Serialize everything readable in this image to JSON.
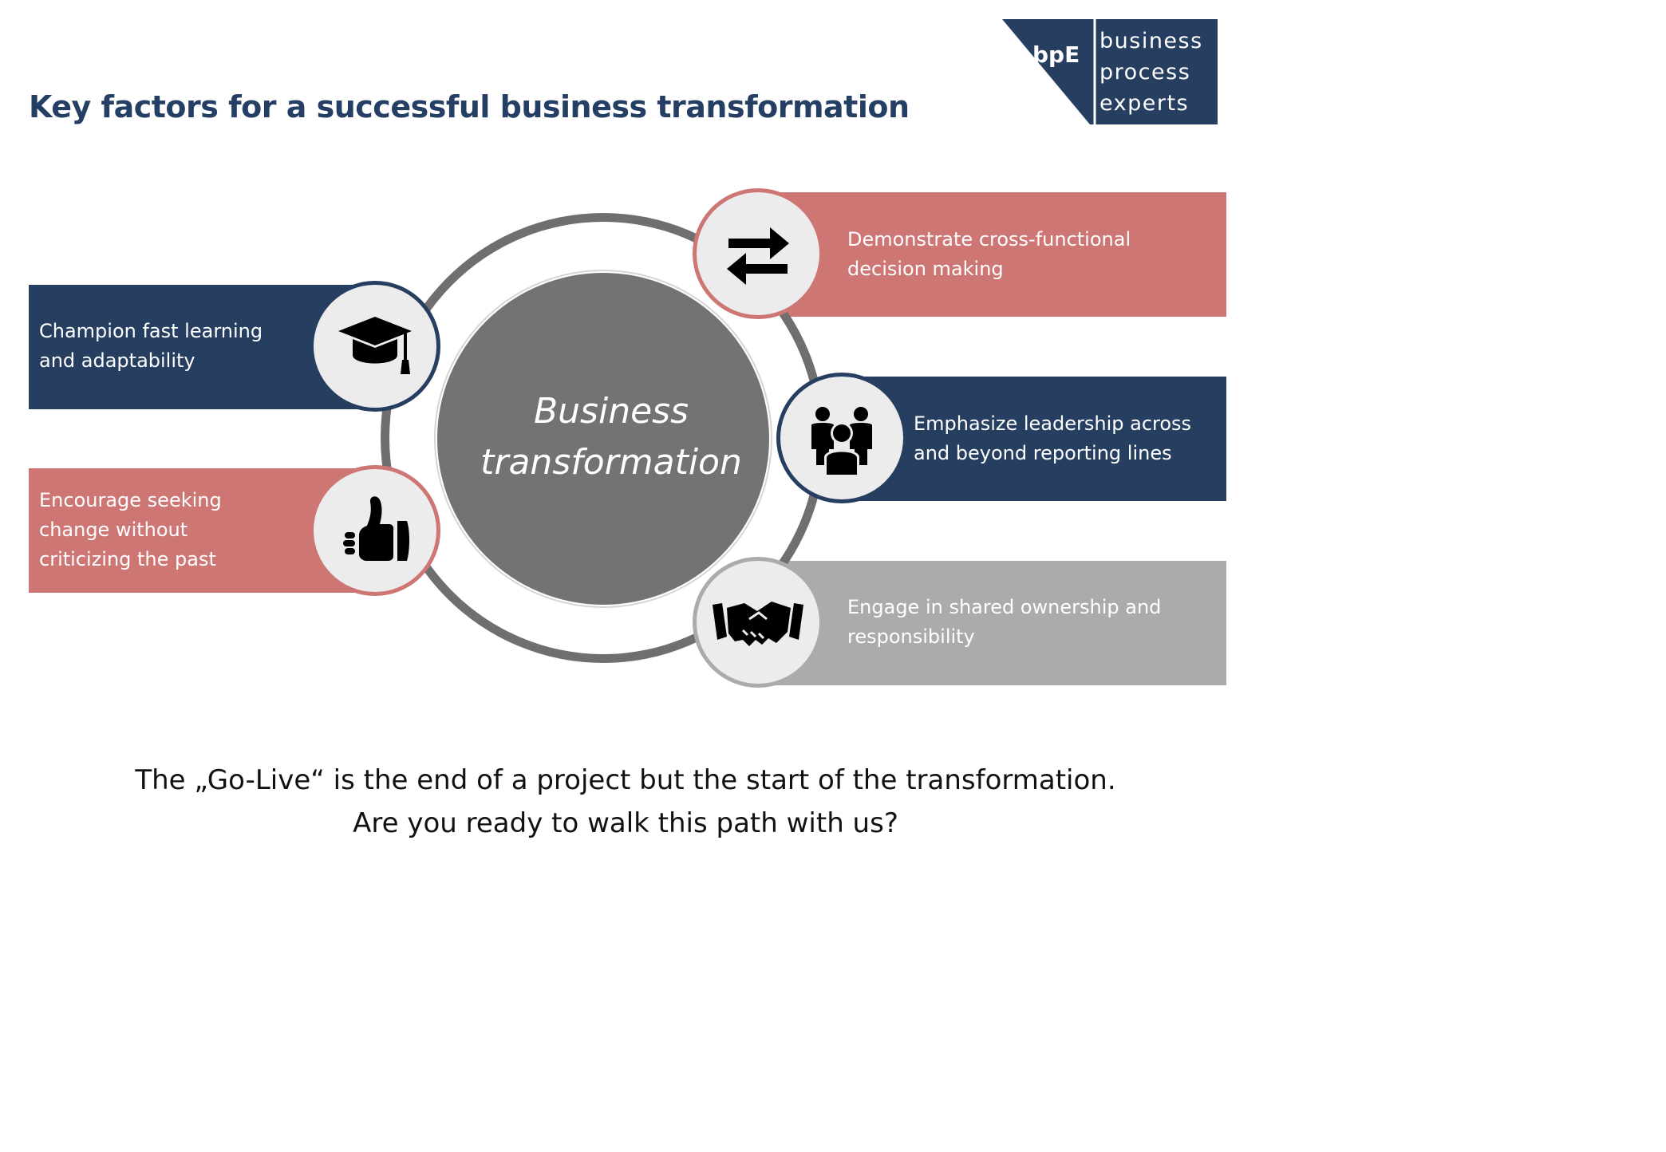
{
  "title": "Key factors for a successful business transformation",
  "logo": {
    "mark": "bpE",
    "words": [
      "business",
      "process",
      "experts"
    ]
  },
  "center": {
    "line1": "Business",
    "line2": "transformation"
  },
  "factors": [
    {
      "id": "learning",
      "lines": [
        "Champion fast learning",
        "and adaptability"
      ],
      "icon": "graduation-cap-icon",
      "color": "#263f61"
    },
    {
      "id": "change",
      "lines": [
        "Encourage seeking",
        "change without",
        "criticizing the past"
      ],
      "icon": "thumbs-up-icon",
      "color": "#cd7674"
    },
    {
      "id": "decision",
      "lines": [
        "Demonstrate cross-functional",
        "decision making"
      ],
      "icon": "exchange-arrows-icon",
      "color": "#cd7674"
    },
    {
      "id": "leadership",
      "lines": [
        "Emphasize leadership across",
        "and beyond reporting lines"
      ],
      "icon": "team-icon",
      "color": "#263f61"
    },
    {
      "id": "ownership",
      "lines": [
        "Engage in shared ownership and",
        "responsibility"
      ],
      "icon": "handshake-icon",
      "color": "#ababab"
    }
  ],
  "footer": {
    "line1": "The „Go-Live“ is the end of a project but the start of the transformation.",
    "line2": "Are you ready to walk this path with us?"
  },
  "colors": {
    "navy": "#263f61",
    "rose": "#cd7674",
    "grey": "#ababab",
    "center": "#737373",
    "ring": "#6f6f6f",
    "icon_bg": "#ececec"
  }
}
